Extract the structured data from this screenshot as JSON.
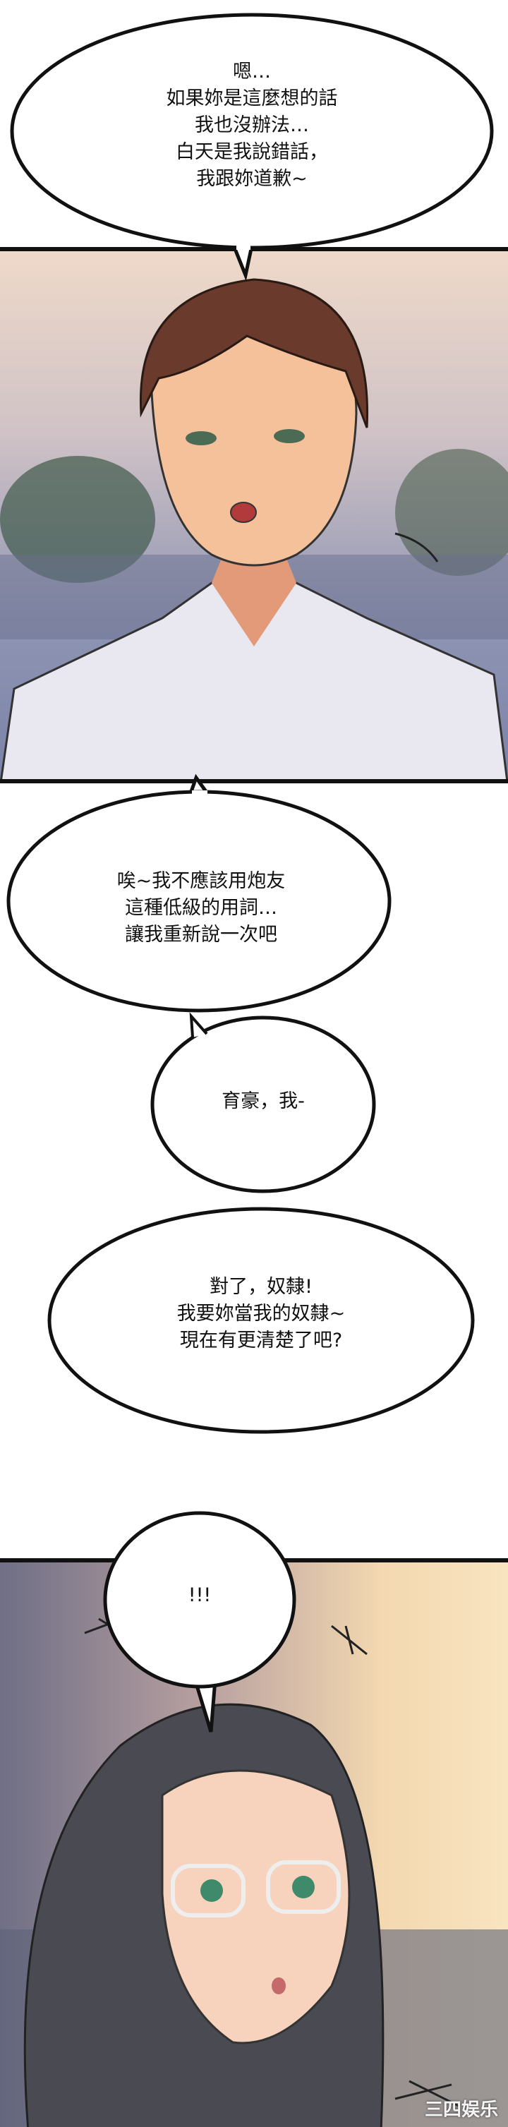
{
  "bubbles": [
    {
      "lines": [
        "嗯…",
        "如果妳是這麼想的話",
        "我也沒辦法…",
        "白天是我說錯話，",
        "我跟妳道歉~"
      ]
    },
    {
      "lines": [
        "唉~我不應該用炮友",
        "這種低級的用詞…",
        "讓我重新說一次吧"
      ]
    },
    {
      "lines": [
        "育豪，我-"
      ]
    },
    {
      "lines": [
        "對了，奴隸!",
        "我要妳當我的奴隸~",
        "現在有更清楚了吧?"
      ]
    },
    {
      "lines": [
        "!!!"
      ]
    }
  ],
  "watermark": "三四娱乐",
  "colors": {
    "panel1_top": "#e9d6c8",
    "panel1_bottom": "#8d93b8",
    "panel2_left": "#6f6f86",
    "panel2_right": "#f6dcb0"
  }
}
